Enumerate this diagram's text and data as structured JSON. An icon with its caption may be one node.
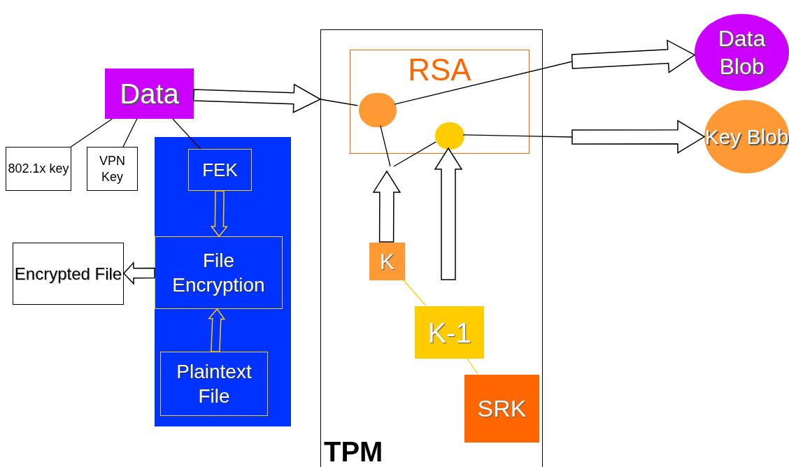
{
  "diagram": {
    "nodes": [
      {
        "text": [
          "Data"
        ]
      },
      {
        "text": [
          "802.1x key"
        ]
      },
      {
        "text": [
          "VPN Key"
        ]
      },
      {
        "text": [],
        "shape": "box"
      },
      {
        "text": [
          "FEK"
        ],
        "in": 3
      },
      {
        "text": [
          "File Encryption"
        ],
        "in": 3
      },
      {
        "text": [
          "Plaintext File"
        ],
        "in": 3
      },
      {
        "text": [
          "Encrypted File"
        ]
      },
      {
        "text": [
          "TPM"
        ]
      },
      {
        "text": [
          "RSA"
        ],
        "in": 8
      },
      {
        "text": [],
        "shape": "circle",
        "in": 9
      },
      {
        "text": [],
        "shape": "circle",
        "in": 9
      },
      {
        "text": [
          "K"
        ],
        "in": 8
      },
      {
        "text": [
          "K-1"
        ],
        "in": 8
      },
      {
        "text": [
          "SRK"
        ],
        "in": 8
      },
      {
        "text": [
          "Data Blob"
        ]
      },
      {
        "text": [
          "Key Blob"
        ]
      }
    ],
    "edges": [
      {
        "from": 0,
        "to": 1,
        "arrow": "none"
      },
      {
        "from": 0,
        "to": 2,
        "arrow": "none"
      },
      {
        "from": 0,
        "to": 4,
        "arrow": "none"
      },
      {
        "from": 4,
        "to": 5,
        "arrow": "to",
        "style": "thick",
        "color": "#ffcc00"
      },
      {
        "from": 6,
        "to": 5,
        "arrow": "to",
        "style": "thick",
        "color": "#ffcc00"
      },
      {
        "from": 5,
        "to": 7,
        "arrow": "to",
        "style": "thick"
      },
      {
        "from": 0,
        "to": 8,
        "arrow": "to",
        "style": "thick"
      },
      {
        "from": null,
        "to": 10,
        "arrow": "none"
      },
      {
        "from": 10,
        "to": null,
        "arrow": "none"
      },
      {
        "from": null,
        "to": 15,
        "arrow": "to",
        "style": "thick"
      },
      {
        "from": 11,
        "to": null,
        "arrow": "none"
      },
      {
        "from": null,
        "to": 16,
        "arrow": "to",
        "style": "thick"
      },
      {
        "from": 12,
        "to": null,
        "arrow": "to",
        "style": "thick"
      },
      {
        "from": null,
        "to": 10,
        "arrow": "none"
      },
      {
        "from": null,
        "to": 11,
        "arrow": "none"
      },
      {
        "from": null,
        "to": 11,
        "arrow": "to",
        "style": "thick"
      },
      {
        "from": 12,
        "to": 13,
        "arrow": "none",
        "color": "#ffcc00"
      },
      {
        "from": 13,
        "to": 14,
        "arrow": "none",
        "color": "#ffcc00"
      }
    ]
  }
}
